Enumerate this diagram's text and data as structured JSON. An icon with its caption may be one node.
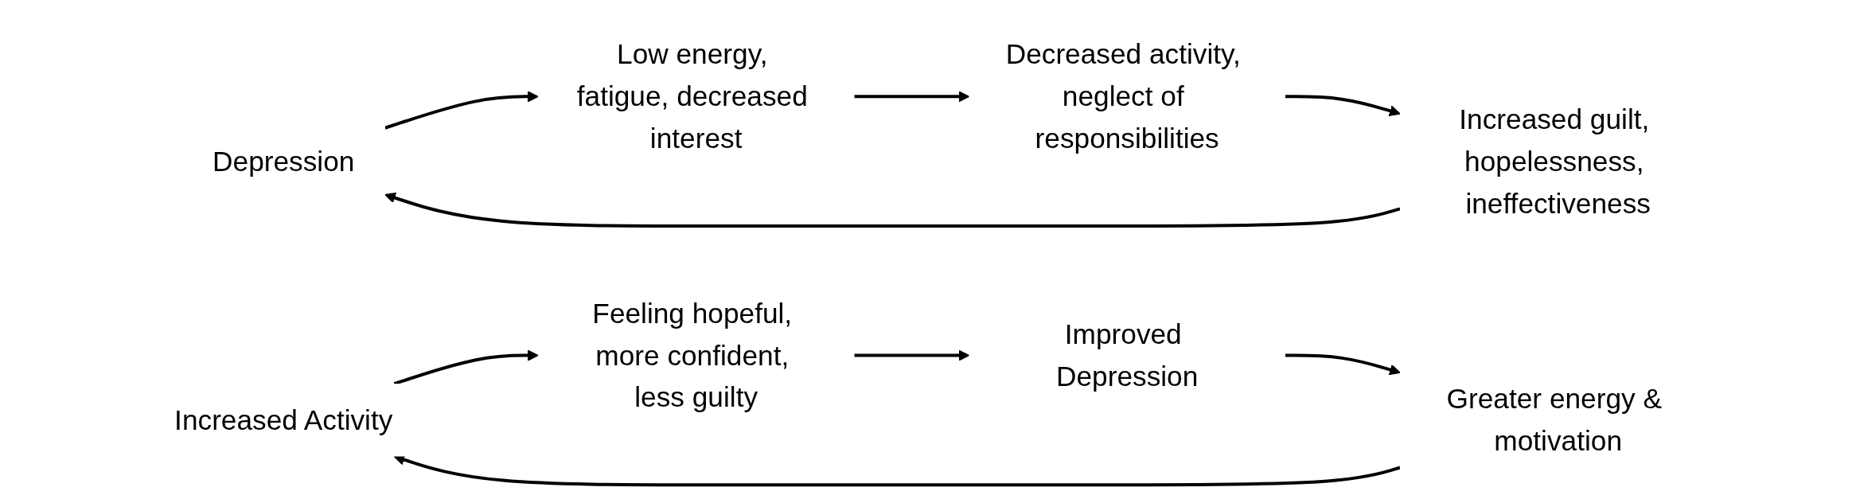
{
  "diagram": {
    "nodes": [
      {
        "text": [
          "Depression"
        ]
      },
      {
        "text": [
          "Low energy, fatigue, decreased interest"
        ]
      },
      {
        "text": [
          "Decreased activity, neglect of responsibilities"
        ]
      },
      {
        "text": [
          "Increased guilt, hopelessness, ineffectiveness"
        ]
      },
      {
        "text": [
          "Increased Activity"
        ]
      },
      {
        "text": [
          "Feeling hopeful, more confident, less guilty"
        ]
      },
      {
        "text": [
          "Improved Depression"
        ]
      },
      {
        "text": [
          "Greater energy & motivation"
        ]
      }
    ],
    "edges": [
      {
        "from": 0,
        "to": 1,
        "arrow": "to"
      },
      {
        "from": 1,
        "to": 2,
        "arrow": "to"
      },
      {
        "from": 2,
        "to": 3,
        "arrow": "to"
      },
      {
        "from": 3,
        "to": 0,
        "arrow": "to"
      },
      {
        "from": 4,
        "to": 5,
        "arrow": "to"
      },
      {
        "from": 5,
        "to": 6,
        "arrow": "to"
      },
      {
        "from": 6,
        "to": 7,
        "arrow": "to"
      },
      {
        "from": 7,
        "to": 4,
        "arrow": "to"
      }
    ]
  }
}
